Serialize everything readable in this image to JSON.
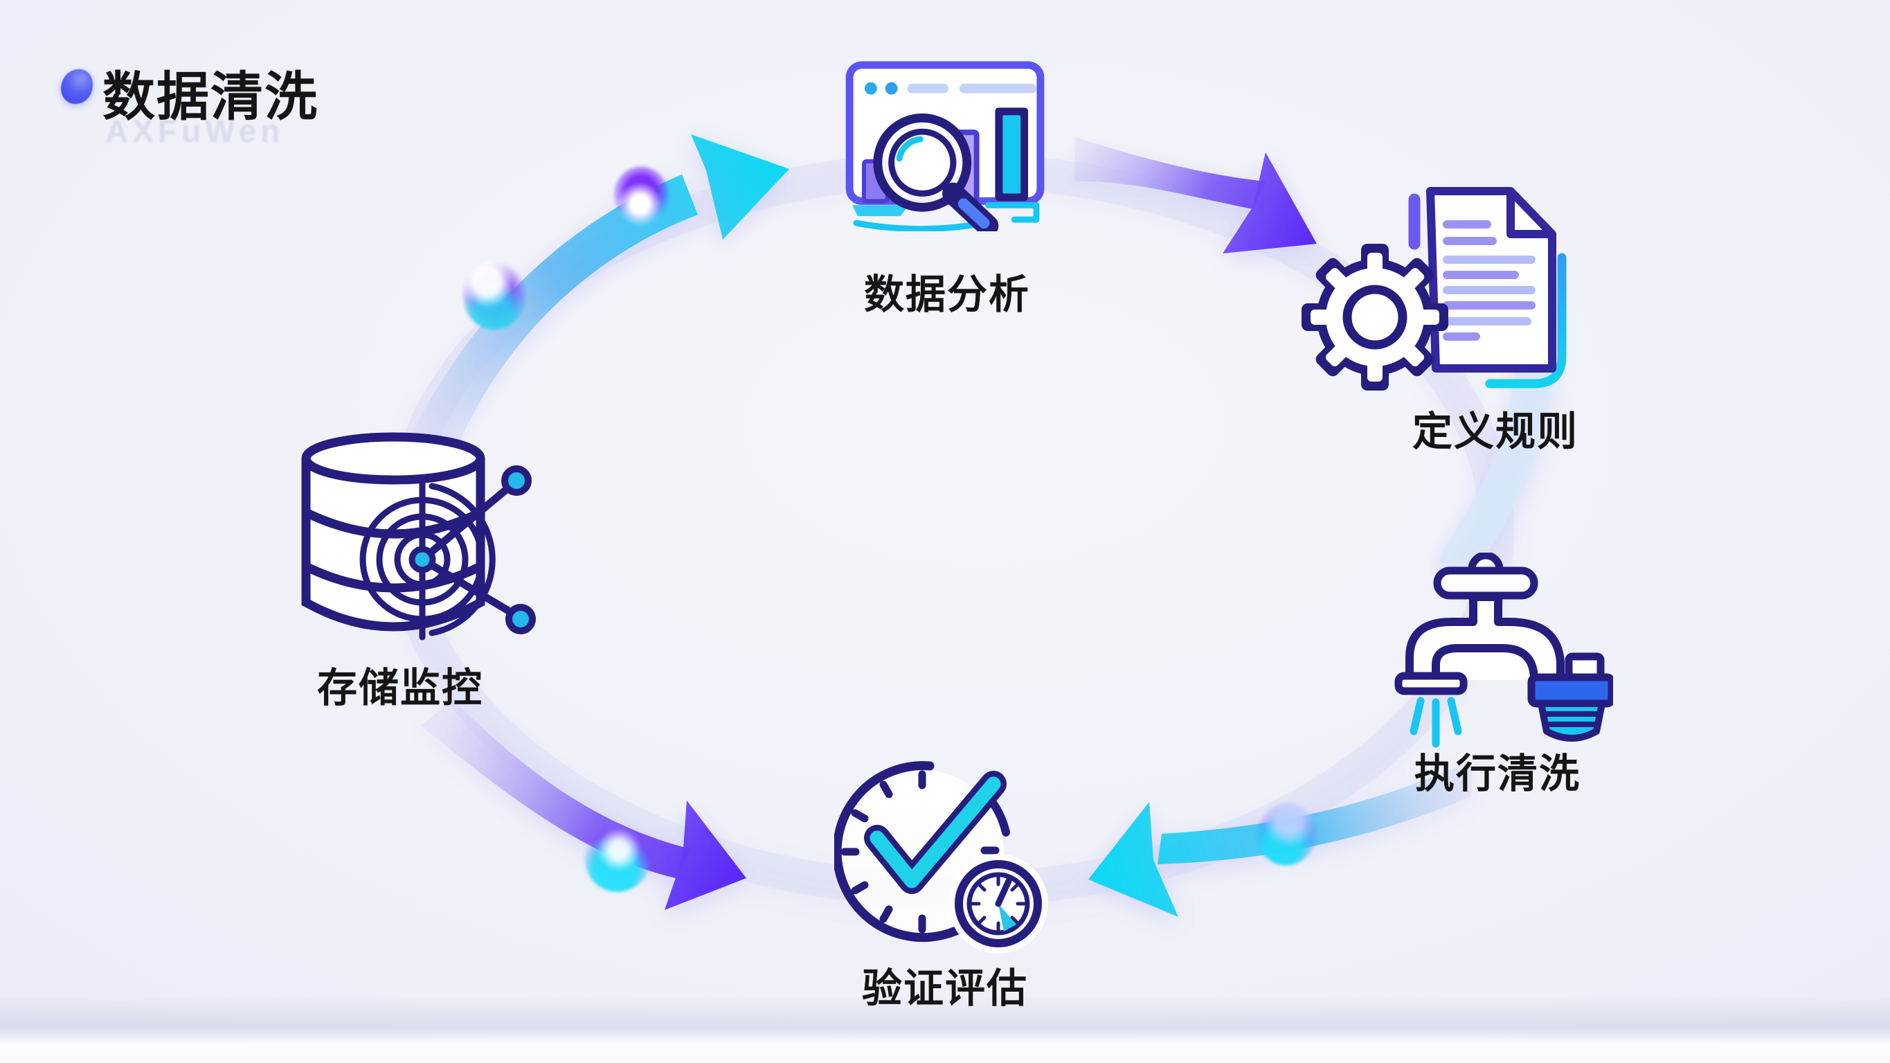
{
  "page": {
    "title": "数据清洗",
    "watermark": "AXFuWen"
  },
  "nodes": [
    {
      "id": "data-analysis",
      "label": "数据分析",
      "icon": "chart-magnifier-icon"
    },
    {
      "id": "define-rules",
      "label": "定义规则",
      "icon": "document-gear-icon"
    },
    {
      "id": "execute-cleaning",
      "label": "执行清洗",
      "icon": "faucet-icon"
    },
    {
      "id": "verify-evaluate",
      "label": "验证评估",
      "icon": "clock-check-icon"
    },
    {
      "id": "storage-monitoring",
      "label": "存储监控",
      "icon": "database-radar-icon"
    }
  ],
  "edges": [
    {
      "from": "存储监控",
      "to": "数据分析",
      "style": "cyan-gradient-arrow"
    },
    {
      "from": "数据分析",
      "to": "定义规则",
      "style": "purple-gradient-arrow"
    },
    {
      "from": "定义规则",
      "to": "执行清洗",
      "style": "faint-blue-arc"
    },
    {
      "from": "执行清洗",
      "to": "验证评估",
      "style": "cyan-gradient-arrow"
    },
    {
      "from": "存储监控",
      "to": "验证评估",
      "style": "purple-gradient-arrow"
    }
  ],
  "colors": {
    "navy": "#251e7e",
    "navy2": "#32279c",
    "indigo": "#5a55ee",
    "cyan": "#18c6f2",
    "blue": "#4f7df5",
    "filter_blue": "#2f66ee",
    "bar_purple": "#8d7af3",
    "bar_lilac": "#b2a3f6",
    "lavender": "#c8d2f7",
    "line_purple": "#9b93f2",
    "line_lilac": "#b4bdf8",
    "accent_purple": "#6a5af0",
    "arrow_purple_deep": "#5b2af7",
    "arrow_cyan_deep": "#0ed8f4",
    "arrow_pale": "#cfccf5",
    "faint_arc": "#d7e9fa",
    "text": "#151515",
    "watermark_color": "#8e99b8",
    "bg1": "#f5f6fb",
    "bg2": "#e0e3f4"
  }
}
